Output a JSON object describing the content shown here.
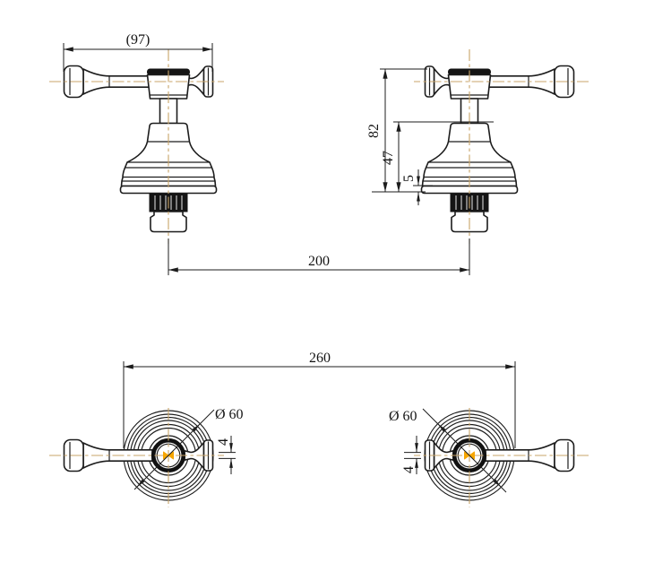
{
  "drawing": {
    "type": "technical-drawing",
    "subject": "Pair of lever-handle taps, front elevation and plan views with dimensions",
    "colors": {
      "outline": "#1c1c1c",
      "centerline": "#C8A468",
      "center_mark": "#F7A600",
      "background": "#ffffff"
    },
    "dimensions": {
      "front": {
        "handle_width": "(97)",
        "overall_height": "82",
        "body_height": "47",
        "flange_thickness": "5",
        "center_distance": "200"
      },
      "plan": {
        "overall_width": "260",
        "left_flange_diameter": "Ø 60",
        "right_flange_diameter": "Ø 60",
        "left_handle_neck": "4",
        "right_handle_neck": "4"
      }
    }
  }
}
